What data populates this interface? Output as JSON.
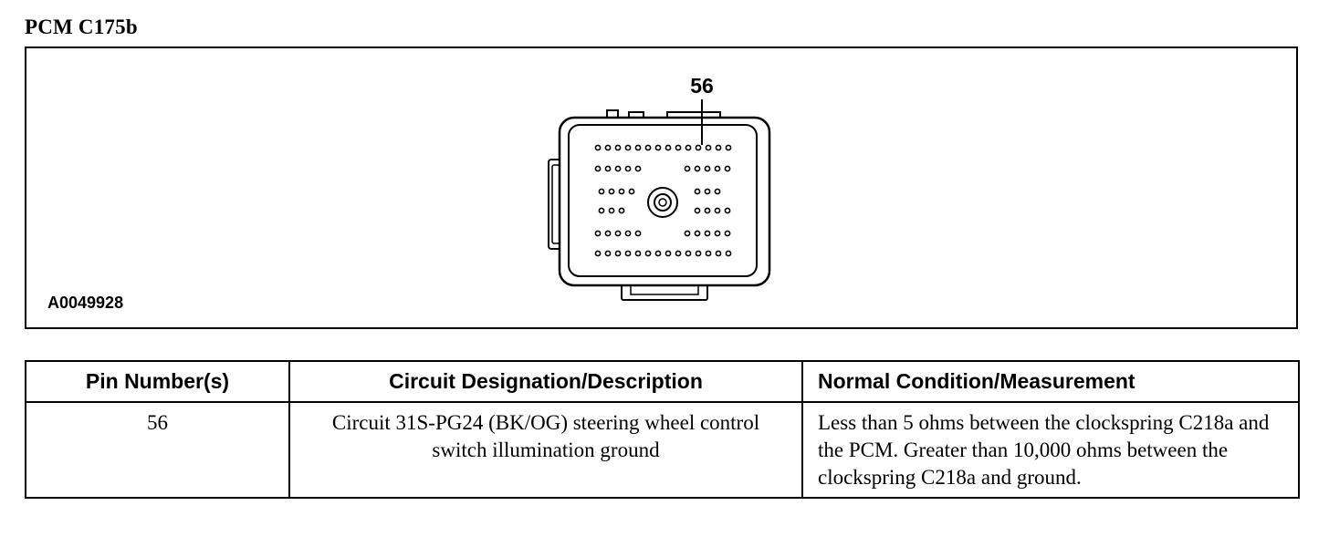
{
  "document": {
    "title": "PCM C175b"
  },
  "figure": {
    "id": "A0049928",
    "pin_callout": "56",
    "icon": "connector-face-diagram"
  },
  "table": {
    "headers": {
      "pin": "Pin Number(s)",
      "circuit": "Circuit Designation/Description",
      "normal": "Normal Condition/Measurement"
    },
    "rows": [
      {
        "pin": "56",
        "circuit": "Circuit 31S-PG24 (BK/OG) steering wheel control switch illumination ground",
        "normal": "Less than 5 ohms between the clockspring C218a and the PCM. Greater than 10,000 ohms between the clockspring C218a and ground."
      }
    ]
  }
}
